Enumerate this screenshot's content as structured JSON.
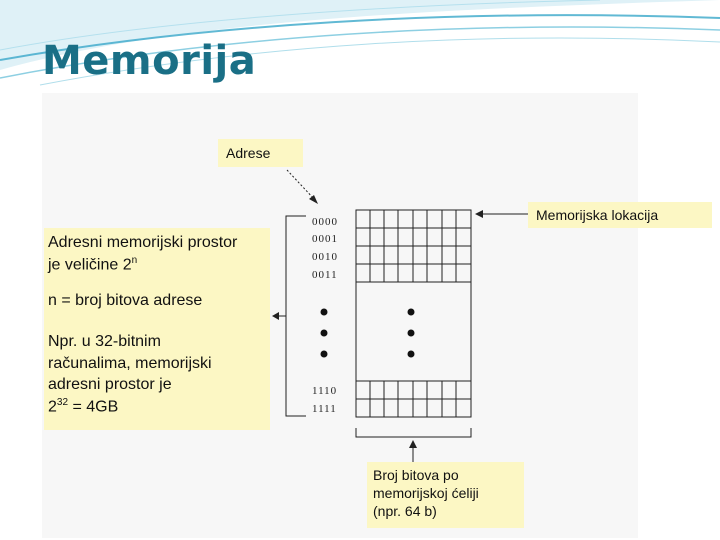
{
  "title": "Memorija",
  "labels": {
    "adrese": "Adrese",
    "lokacija": "Memorijska lokacija",
    "prostor_line1": "Adresni memorijski prostor",
    "prostor_line2": "je veličine 2",
    "prostor_exp": "n",
    "n_def": "n = broj bitova adrese",
    "npr_line1": "Npr. u 32-bitnim",
    "npr_line2": "računalima, memorijski",
    "npr_line3": "adresni prostor je",
    "npr_base": "2",
    "npr_exp": "32",
    "npr_result": " = 4GB",
    "bitovi_line1": "Broj bitova po",
    "bitovi_line2": "memorijskoj ćeliji",
    "bitovi_line3": "(npr. 64 b)"
  },
  "addresses": {
    "top": [
      "0000",
      "0001",
      "0010",
      "0011"
    ],
    "bottom": [
      "1110",
      "1111"
    ]
  },
  "colors": {
    "title": "#1a6f86",
    "note_bg": "#fcf7c4",
    "wave": "#3aa7c9"
  }
}
